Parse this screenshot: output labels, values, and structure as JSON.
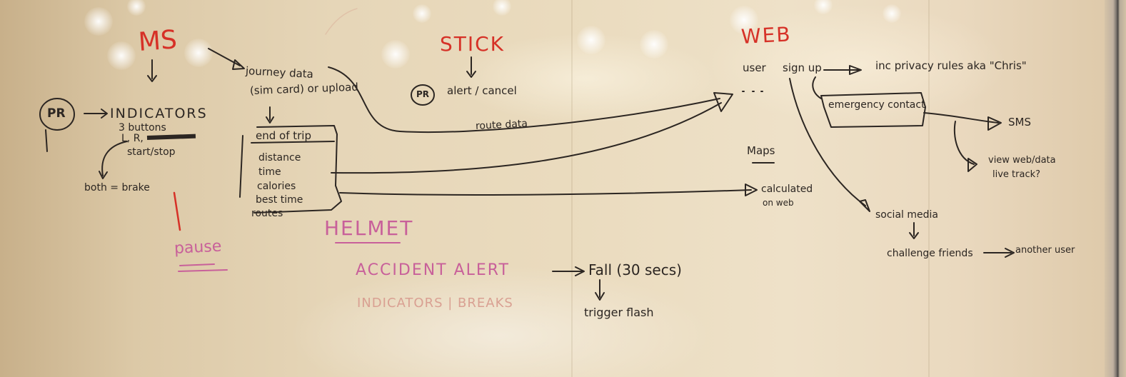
{
  "colors": {
    "board": "#eadbbe",
    "marker_black": "#2c2622",
    "marker_red": "#d63127",
    "marker_pink": "#c8609a",
    "marker_faint": "#d9a092"
  },
  "headings": {
    "ms": "MS",
    "stick": "STICK",
    "web": "WEB",
    "helmet": "HELMET"
  },
  "ms": {
    "pr_circle": "PR",
    "indicators": "INDICATORS",
    "buttons": "3 buttons",
    "lr": "L, R,",
    "start_stop": "start/stop",
    "both_brake": "both = brake",
    "pause": "pause"
  },
  "journey": {
    "journey_data": "journey data",
    "sim_card": "(sim card) or upload",
    "end_of_trip": "end of trip",
    "items": [
      "distance",
      "time",
      "calories",
      "best time",
      "routes"
    ]
  },
  "stick": {
    "pr_circle": "PR",
    "alert_cancel": "alert / cancel"
  },
  "web": {
    "user": "user",
    "sign_up": "sign up",
    "privacy": "inc privacy rules aka \"Chris\"",
    "emergency": "emergency contact",
    "sms": "SMS",
    "view_data": "view web/data",
    "live_track": "live track?",
    "maps": "Maps",
    "calculated": "calculated",
    "on_web": "on web",
    "social_media": "social media",
    "challenge": "challenge friends",
    "another_user": "another user",
    "route_data": "route data"
  },
  "helmet": {
    "accident_alert": "ACCIDENT ALERT",
    "fall": "Fall (30 secs)",
    "trigger_flash": "trigger flash",
    "indicators_breaks": "INDICATORS | BREAKS"
  }
}
